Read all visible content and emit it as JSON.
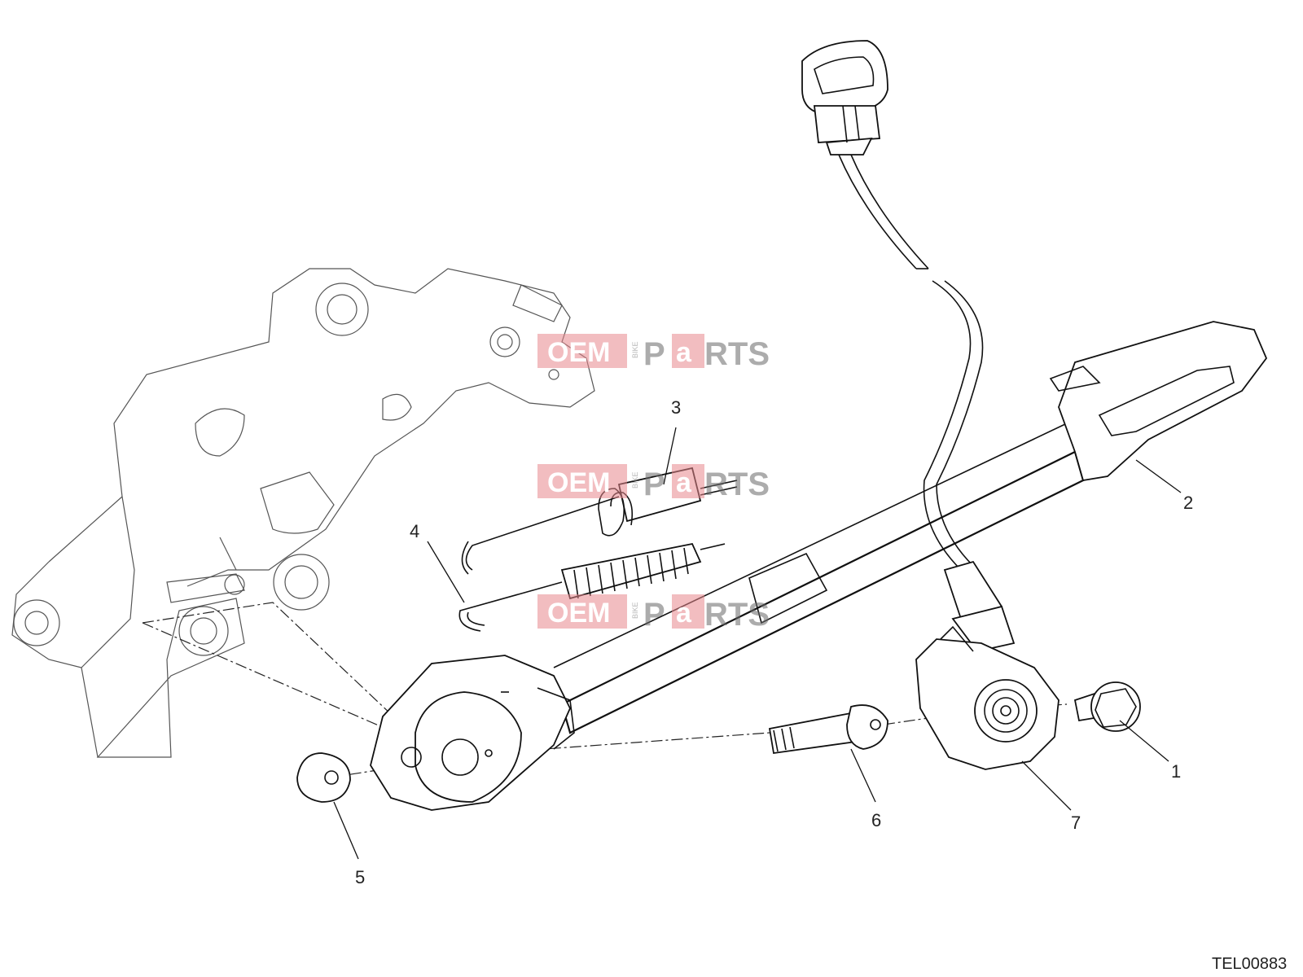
{
  "diagram": {
    "drawing_code": "TEL00883",
    "callouts": [
      {
        "id": "1",
        "text": "1"
      },
      {
        "id": "2",
        "text": "2"
      },
      {
        "id": "3",
        "text": "3"
      },
      {
        "id": "4",
        "text": "4"
      },
      {
        "id": "5",
        "text": "5"
      },
      {
        "id": "6",
        "text": "6"
      },
      {
        "id": "7",
        "text": "7"
      }
    ],
    "watermark": {
      "left": "OEM",
      "middle": "BIKE",
      "right_p": "P",
      "right_a": "a",
      "right_rest": "RTS"
    }
  }
}
